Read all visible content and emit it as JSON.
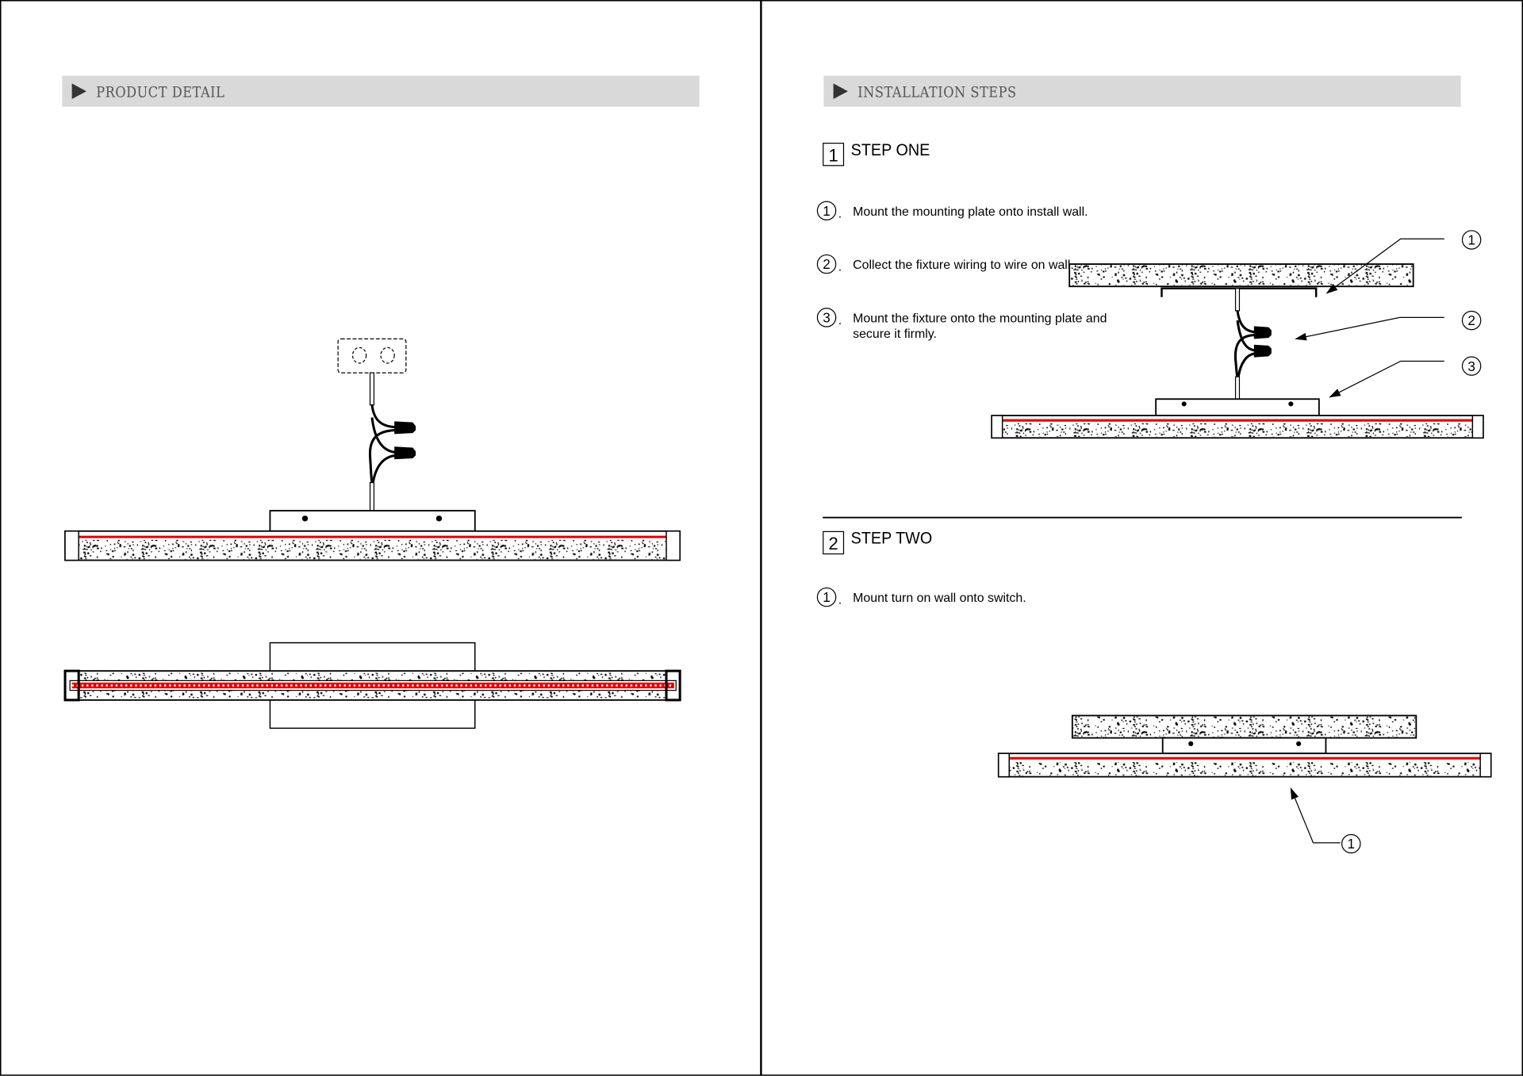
{
  "left_page": {
    "header": {
      "title": "PRODUCT DETAIL",
      "icon": "triangle-right-icon"
    }
  },
  "right_page": {
    "header": {
      "title": "INSTALLATION STEPS",
      "icon": "triangle-right-icon"
    },
    "step_one": {
      "number": "1",
      "title": "STEP ONE",
      "items": [
        {
          "number": "1",
          "text": "Mount the mounting plate  onto install wall."
        },
        {
          "number": "2",
          "text": "Collect the fixture wiring to wire on wall."
        },
        {
          "number": "3",
          "text": "Mount the fixture onto the mounting plate and",
          "text2": "secure it firmly."
        }
      ],
      "callouts": [
        "1",
        "2",
        "3"
      ]
    },
    "step_two": {
      "number": "2",
      "title": "STEP TWO",
      "items": [
        {
          "number": "1",
          "text": "Mount turn on wall onto switch."
        }
      ],
      "callouts": [
        "1"
      ]
    }
  },
  "colors": {
    "header_bg": "#d9d9d9",
    "led": "#e00000"
  }
}
